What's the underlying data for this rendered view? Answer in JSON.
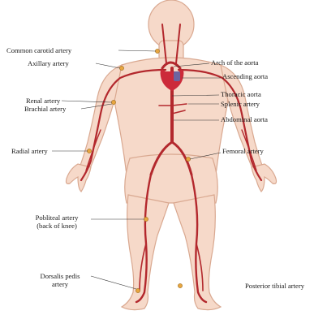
{
  "labels": {
    "common_carotid": "Common carotid artery",
    "axillary": "Axillary artery",
    "renal": "Renal artery",
    "brachial": "Brachial artery",
    "radial": "Radial artery",
    "popliteal_line1": "Pobliteal artery",
    "popliteal_line2": "(back of knee)",
    "dorsalis_line1": "Dorsalis pedis",
    "dorsalis_line2": "artery",
    "arch": "Arch of the aorta",
    "ascending": "Ascending aorta",
    "thoracic": "Thoracic aorta",
    "splenic": "Splenic artery",
    "abdominal": "Abdominal aorta",
    "femoral": "Femoral artery",
    "posterior_tibial": "Posterior tibial artery"
  },
  "colors": {
    "skin": "#f6d9c9",
    "skin_outline": "#d9a890",
    "artery": "#b3282d",
    "heart": "#cc2a3a",
    "heart_blue": "#5b6fb3",
    "marker": "#e8a640",
    "leader": "#333333"
  }
}
